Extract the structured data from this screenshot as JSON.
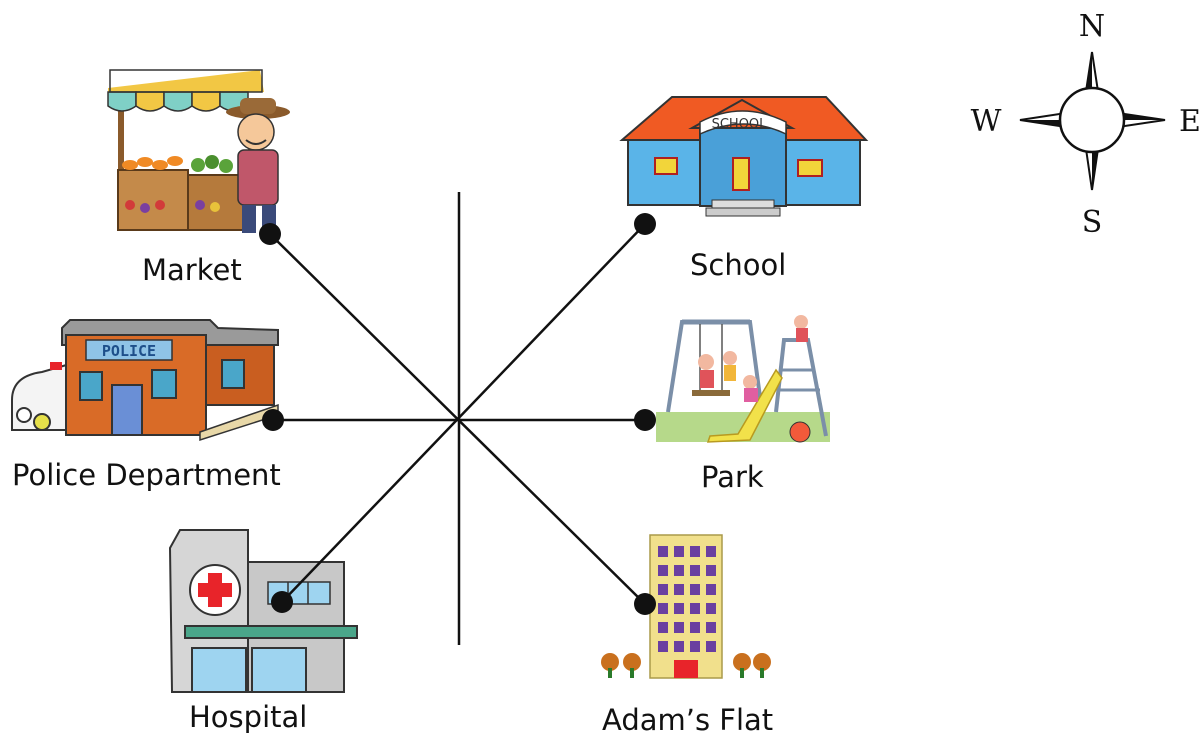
{
  "places": {
    "market": "Market",
    "police": "Police Department",
    "hospital": "Hospital",
    "school": "School",
    "park": "Park",
    "flat": "Adam’s Flat"
  },
  "compass": {
    "n": "N",
    "s": "S",
    "e": "E",
    "w": "W"
  },
  "building_text": {
    "school_sign": "SCHOOL",
    "police_sign": "POLICE"
  },
  "colors": {
    "line": "#111111",
    "school_roof": "#f05a23",
    "school_wall": "#5ab4e8",
    "police_wall": "#d96b27",
    "police_roof": "#9a9a9a",
    "hospital_cross": "#e8242a",
    "flat_wall": "#f1e08c",
    "flat_window": "#6a3fa0",
    "market_awning_1": "#7fd0c6",
    "market_awning_2": "#f2c744"
  }
}
